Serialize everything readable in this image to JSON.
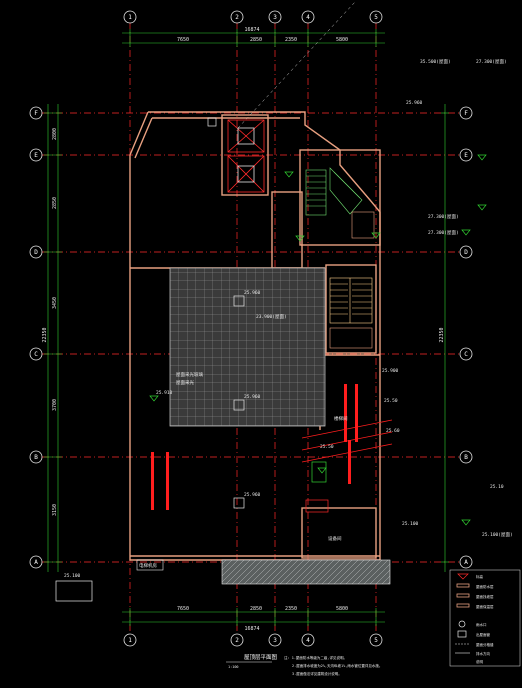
{
  "axes": {
    "columns": [
      "1",
      "2",
      "3",
      "4",
      "5"
    ],
    "rows": [
      "F",
      "E",
      "D",
      "C",
      "B",
      "A"
    ]
  },
  "dimensions": {
    "overall": "16874",
    "top_segments": [
      "7650",
      "2850",
      "2350",
      "5800"
    ],
    "bottom_segments": [
      "7650",
      "2850",
      "2350",
      "5800"
    ],
    "left_total": "22350",
    "left_segments": [
      "2800",
      "2850",
      "3450",
      "3700",
      "3150"
    ],
    "right_total": "22350"
  },
  "levels": {
    "top_right_1": "35.500(屋面)",
    "top_right_2": "27.300(屋面)",
    "upper_left": "25.960",
    "mid_right_1": "27.300(屋面)",
    "mid_right_2": "27.300(屋面)",
    "grid_center_1": "25.960",
    "grid_center_2": "23.900(屋面)",
    "grid_center_3": "25.960",
    "left_grid": "25.910",
    "right_side_1": "25.900",
    "right_side_2": "25.50",
    "right_side_3": "25.60",
    "right_side_4": "25.50",
    "lower_mid": "25.960",
    "lower_right_1": "25.10",
    "lower_right_2": "25.100",
    "bottom_right": "25.100(屋面)",
    "bottom_left": "25.100"
  },
  "room_labels": {
    "grid_room_1": "屋面采光玻璃",
    "grid_room_2": "屋面采光",
    "stair_room": "楼梯间",
    "machine_room": "电梯机房",
    "lower_room": "设备间"
  },
  "legend": {
    "items": [
      "标高",
      "屋面防水层",
      "屋面找坡层",
      "屋面保温层",
      "雨水口",
      "出屋面管",
      "屋面分格缝",
      "排水方向",
      "说明"
    ]
  },
  "title": {
    "main": "屋顶层平面图",
    "scale": "1:100",
    "notes": [
      "注: 1.屋面防水等级为二级,详见说明。",
      "2.屋面排水坡度为2%,天沟纵坡1%,雨水管位置详见水施。",
      "3.屋面做法详见建筑设计说明。"
    ]
  },
  "colors": {
    "grid_line": "#ff2a2a",
    "wall": "#e8a080",
    "dim": "#32d232",
    "bubble": "#e6e6e6",
    "stair": "#6fdc6f",
    "glass": "#8a8a8a",
    "red_bar": "#ff1e1e",
    "hatch": "#9aa0a0"
  }
}
